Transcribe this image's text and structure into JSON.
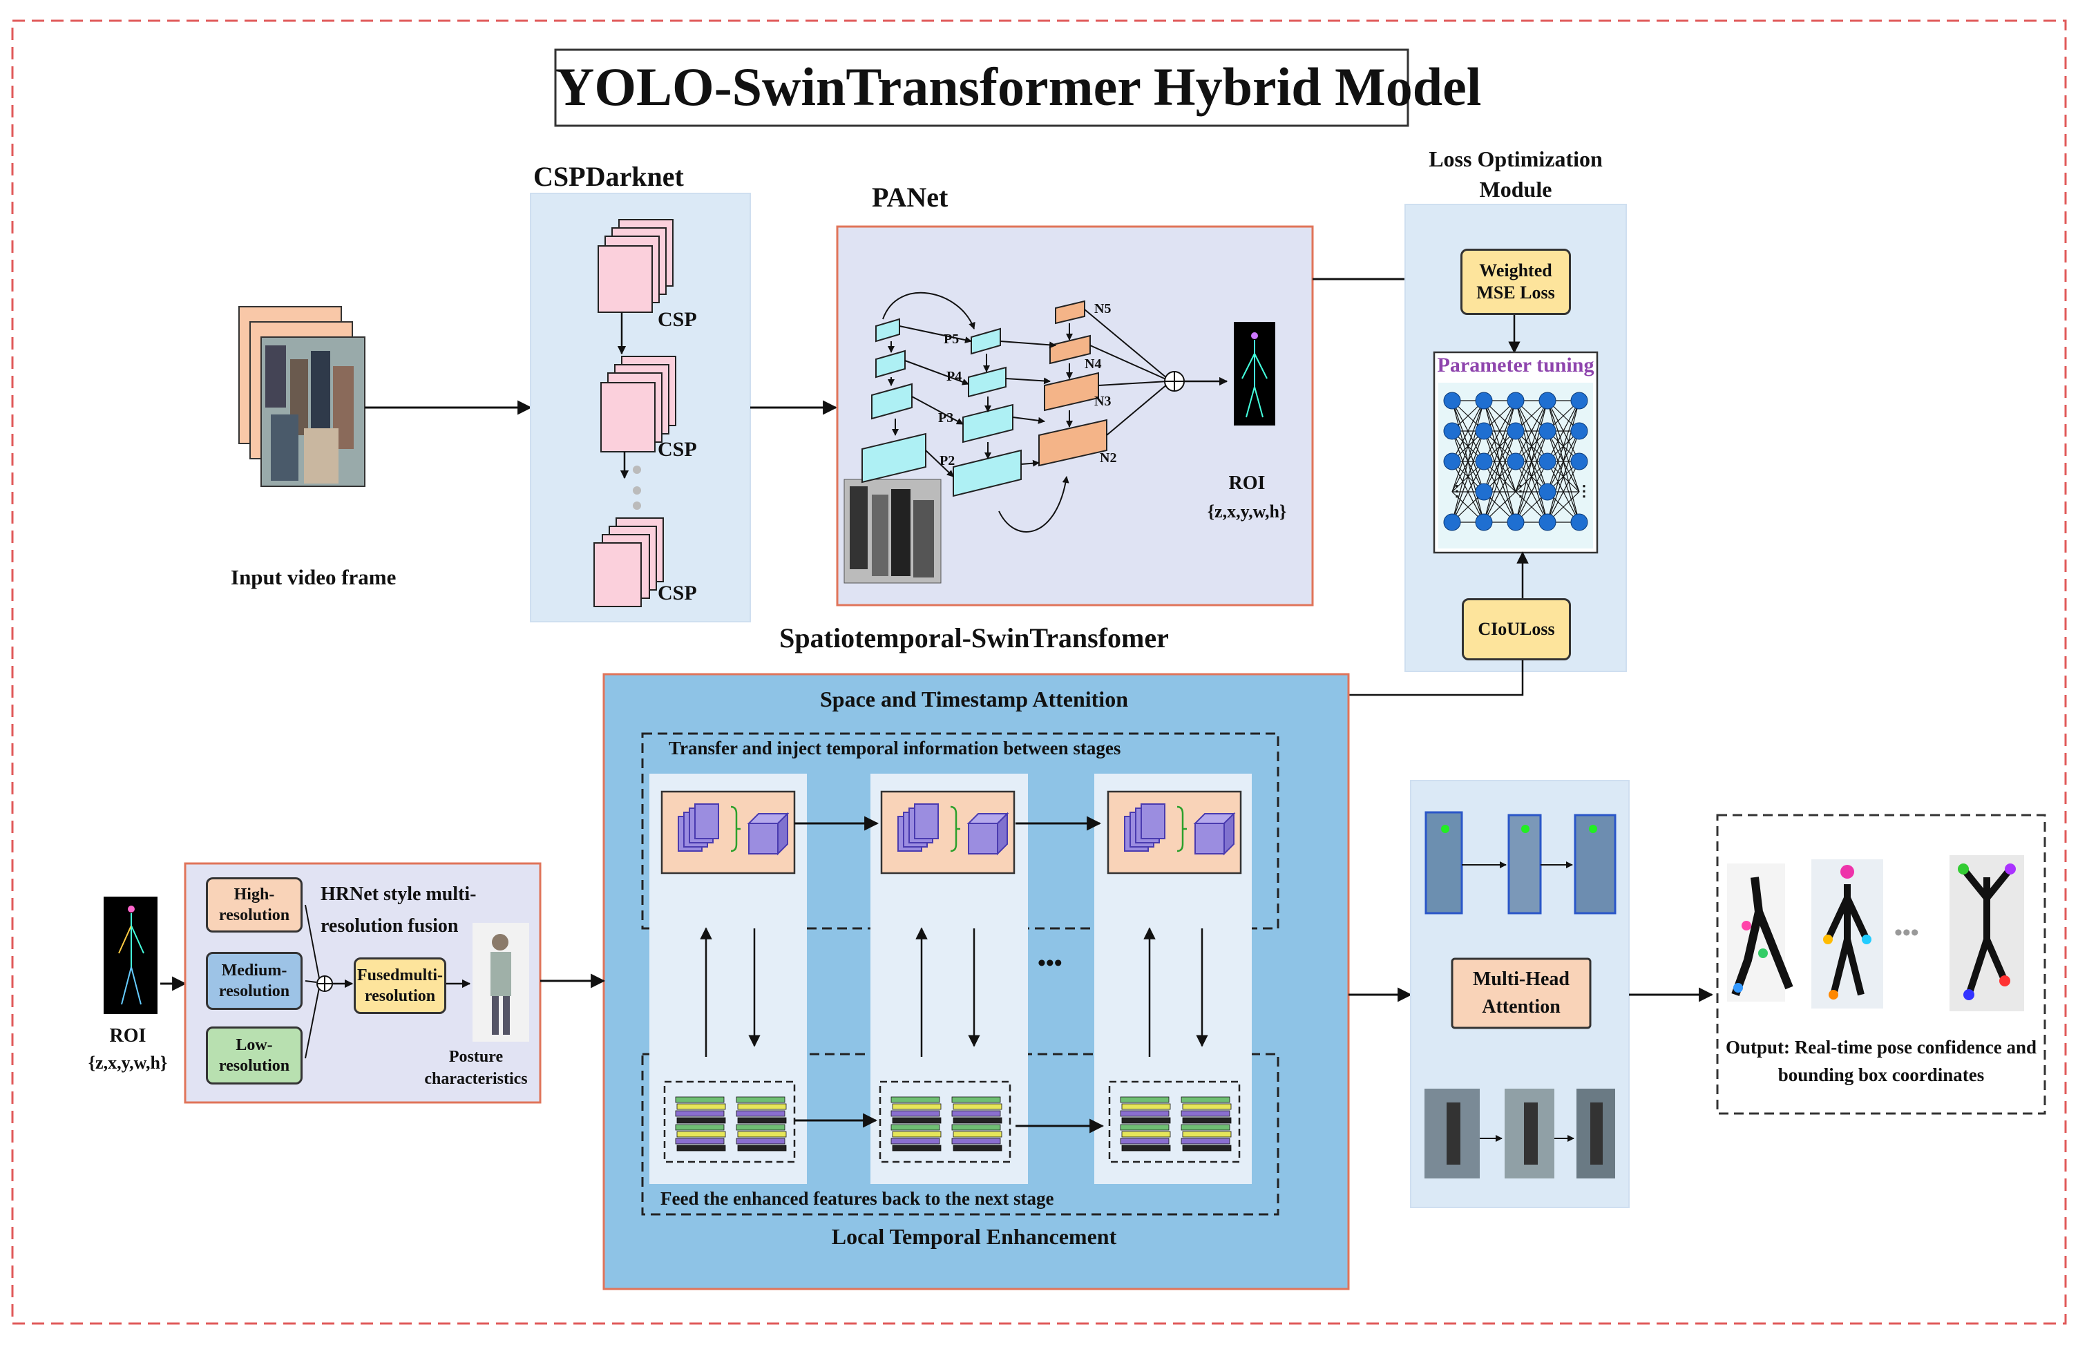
{
  "title": "YOLO-SwinTransformer Hybrid Model",
  "input": {
    "label": "Input video frame"
  },
  "cspdarknet": {
    "title": "CSPDarknet",
    "blocks": [
      "CSP",
      "CSP",
      "CSP"
    ]
  },
  "panet": {
    "title": "PANet",
    "p_labels": [
      "P5",
      "P4",
      "P3",
      "P2"
    ],
    "n_labels": [
      "N5",
      "N4",
      "N3",
      "N2"
    ],
    "roi_label": "ROI",
    "roi_coords": "{z,x,y,w,h}"
  },
  "loss": {
    "title_line1": "Loss Optimization",
    "title_line2": "Module",
    "weighted_line1": "Weighted",
    "weighted_line2": "MSE Loss",
    "param_tuning": "Parameter tuning",
    "ciou": "CIoULoss"
  },
  "swin": {
    "title": "Spatiotemporal-SwinTransfomer",
    "space_attention": "Space and Timestamp  Attenition",
    "transfer_text": "Transfer and inject temporal information between stages",
    "feed_text": "Feed the enhanced features back to the next stage",
    "local_enhancement": "Local Temporal Enhancement",
    "ellipsis": "•••"
  },
  "roi_input": {
    "label": "ROI",
    "coords": "{z,x,y,w,h}"
  },
  "hrnet": {
    "title_line1": "HRNet style multi-",
    "title_line2": "resolution fusion",
    "high_line1": "High-",
    "high_line2": "resolution",
    "medium_line1": "Medium-",
    "medium_line2": "resolution",
    "low_line1": "Low-",
    "low_line2": "resolution",
    "fused_line1": "Fusedmulti-",
    "fused_line2": "resolution",
    "posture_line1": "Posture",
    "posture_line2": "characteristics"
  },
  "mha": {
    "line1": "Multi-Head",
    "line2": "Attention"
  },
  "output": {
    "line1": "Output: Real-time pose confidence and",
    "line2": "bounding box coordinates",
    "ellipsis": "•••"
  },
  "colors": {
    "outer_border": "#e05a5a",
    "light_blue_panel": "#dbe9f6",
    "panet_fill": "#dfe3f3",
    "panet_border": "#e0745a",
    "swin_fill": "#8ec3e6",
    "stage_fill": "#e4eef8",
    "peach": "#f9d3b8",
    "yellow": "#fde49c",
    "cyan": "#aef0f4",
    "orange": "#f4b488",
    "pink": "#fbd0dc"
  }
}
